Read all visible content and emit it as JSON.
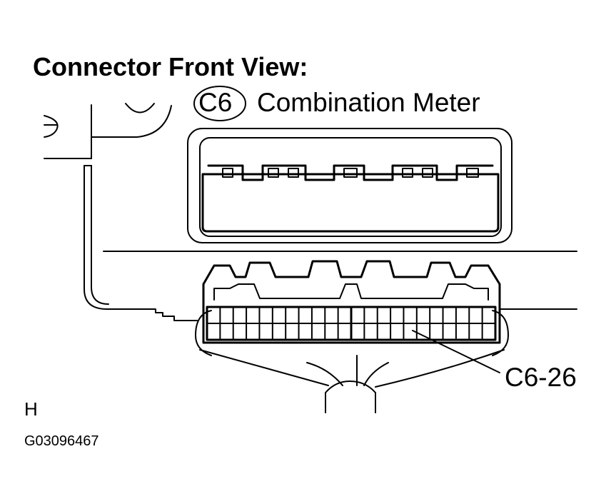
{
  "title": "Connector Front View:",
  "connector": {
    "id": "C6",
    "name": "Combination Meter",
    "pin_label": "C6-26"
  },
  "corner_mark": "H",
  "figure_code": "G03096467",
  "colors": {
    "line": "#000000",
    "background": "#ffffff"
  }
}
